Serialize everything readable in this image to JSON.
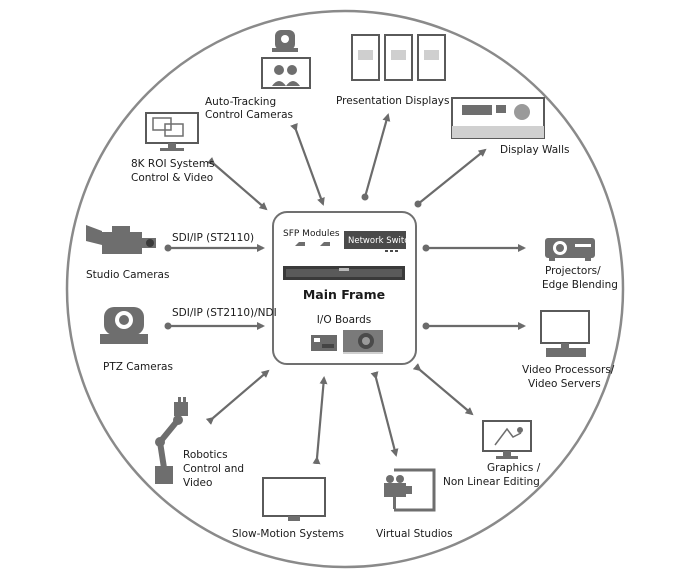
{
  "center": {
    "sfp_modules": "SFP Modules",
    "network_switch": "Network Switch",
    "main_frame": "Main Frame",
    "io_boards": "I/O Boards"
  },
  "links": {
    "sdi_ip": "SDI/IP (ST2110)",
    "sdi_ip_ndi": "SDI/IP (ST2110)/NDI"
  },
  "devices": {
    "auto_tracking": [
      "Auto-Tracking",
      "Control Cameras"
    ],
    "presentation_displays": [
      "Presentation Displays"
    ],
    "display_walls": [
      "Display Walls"
    ],
    "roi_8k": [
      "8K ROI Systems",
      "Control & Video"
    ],
    "studio_cameras": [
      "Studio Cameras"
    ],
    "ptz_cameras": [
      "PTZ Cameras"
    ],
    "projectors": [
      "Projectors/",
      "Edge Blending"
    ],
    "video_processors": [
      "Video Processors/",
      "Video Servers"
    ],
    "robotics": [
      "Robotics",
      "Control and",
      "Video"
    ],
    "slow_motion": [
      "Slow-Motion Systems"
    ],
    "virtual_studios": [
      "Virtual Studios"
    ],
    "graphics": [
      "Graphics /",
      "Non Linear Editing"
    ]
  }
}
